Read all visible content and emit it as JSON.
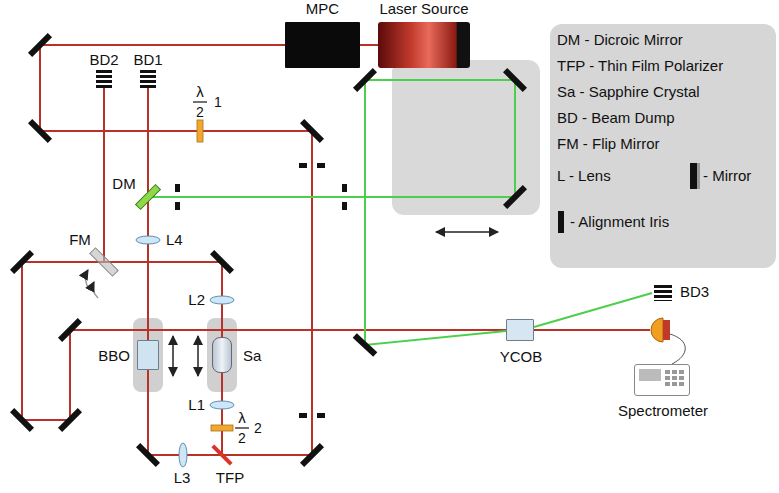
{
  "diagram": {
    "nodes": [
      {
        "text": [
          "MPC"
        ]
      },
      {
        "text": [
          "Laser Source"
        ]
      },
      {
        "text": [
          "BBO"
        ]
      },
      {
        "text": [
          "Sa"
        ]
      },
      {
        "text": [
          "YCOB"
        ]
      },
      {
        "text": [
          "Spectrometer"
        ]
      }
    ],
    "edges": [
      {
        "from": 1,
        "to": 0,
        "arrow": "none"
      }
    ],
    "labels": [
      "BD2",
      "BD1",
      "λ",
      "2",
      "1",
      "DM",
      "FM",
      "L4",
      "L2",
      "L1",
      "λ",
      "2",
      "2",
      "L3",
      "TFP",
      "BD3"
    ],
    "legend": [
      {
        "text": "DM - Dicroic Mirror"
      },
      {
        "text": "TFP - Thin Film Polarizer"
      },
      {
        "text": "Sa - Sapphire Crystal"
      },
      {
        "text": "BD - Beam Dump"
      },
      {
        "text": "FM - Flip Mirror"
      },
      {
        "text": "L - Lens"
      },
      {
        "text": "- Mirror"
      },
      {
        "text": "- Alignment Iris"
      }
    ]
  }
}
